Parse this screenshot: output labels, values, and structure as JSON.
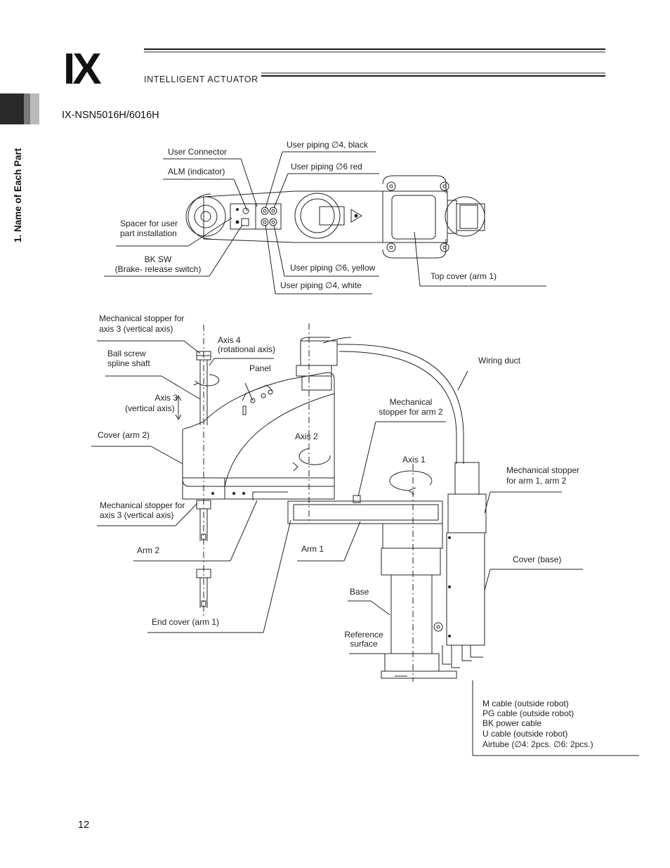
{
  "header": {
    "logo_mark": "IX",
    "brand": "INTELLIGENT ACTUATOR"
  },
  "sidebar": {
    "section_tab": "1. Name of Each Part"
  },
  "page": {
    "model_title": "IX-NSN5016H/6016H",
    "page_number": "12"
  },
  "top_view_labels": {
    "user_connector": "User Connector",
    "alm_indicator": "ALM (indicator)",
    "piping_4_black": "User piping ∅4, black",
    "piping_6_red": "User piping ∅6 red",
    "spacer_line1": "Spacer for user",
    "spacer_line2": "part installation",
    "bk_sw_line1": "BK SW",
    "bk_sw_line2": "(Brake- release switch)",
    "piping_6_yellow": "User piping ∅6, yellow",
    "piping_4_white": "User piping ∅4, white",
    "top_cover": "Top cover (arm 1)"
  },
  "side_view_labels": {
    "mech_stopper_axis3_top_line1": "Mechanical stopper for",
    "mech_stopper_axis3_top_line2": "axis 3 (vertical axis)",
    "axis4_line1": "Axis 4",
    "axis4_line2": "(rotational axis)",
    "ball_screw_line1": "Ball screw",
    "ball_screw_line2": "spline shaft",
    "panel": "Panel",
    "wiring_duct": "Wiring duct",
    "axis3_line1": "Axis 3",
    "axis3_line2": "(vertical axis)",
    "mech_stopper_arm2_line1": "Mechanical",
    "mech_stopper_arm2_line2": "stopper for arm 2",
    "cover_arm2": "Cover (arm 2)",
    "axis2": "Axis 2",
    "axis1": "Axis 1",
    "mech_stopper_arm1_line1": "Mechanical stopper",
    "mech_stopper_arm1_line2": "for arm 1, arm 2",
    "mech_stopper_axis3_bottom_line1": "Mechanical stopper for",
    "mech_stopper_axis3_bottom_line2": "axis 3 (vertical axis)",
    "arm2": "Arm 2",
    "arm1": "Arm 1",
    "cover_base": "Cover (base)",
    "base": "Base",
    "end_cover": "End cover (arm 1)",
    "reference_line1": "Reference",
    "reference_line2": "surface",
    "cables": [
      "M cable (outside robot)",
      "PG cable (outside robot)",
      "BK power cable",
      "U cable (outside robot)",
      "Airtube (∅4: 2pcs. ∅6: 2pcs.)"
    ]
  }
}
